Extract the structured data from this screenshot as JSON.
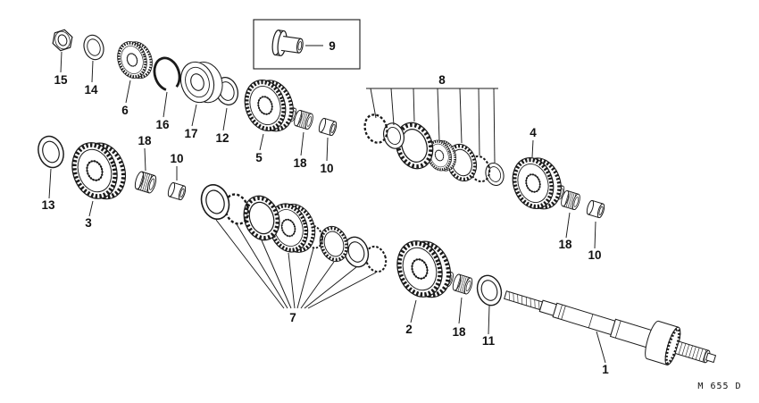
{
  "background": "#ffffff",
  "ink": "#1a1a1a",
  "diagram_code": "M 655 D",
  "callouts": [
    "15",
    "14",
    "6",
    "16",
    "17",
    "12",
    "5",
    "18",
    "10",
    "9",
    "8",
    "4",
    "18",
    "10",
    "13",
    "3",
    "18",
    "10",
    "7",
    "2",
    "18",
    "11",
    "1"
  ]
}
